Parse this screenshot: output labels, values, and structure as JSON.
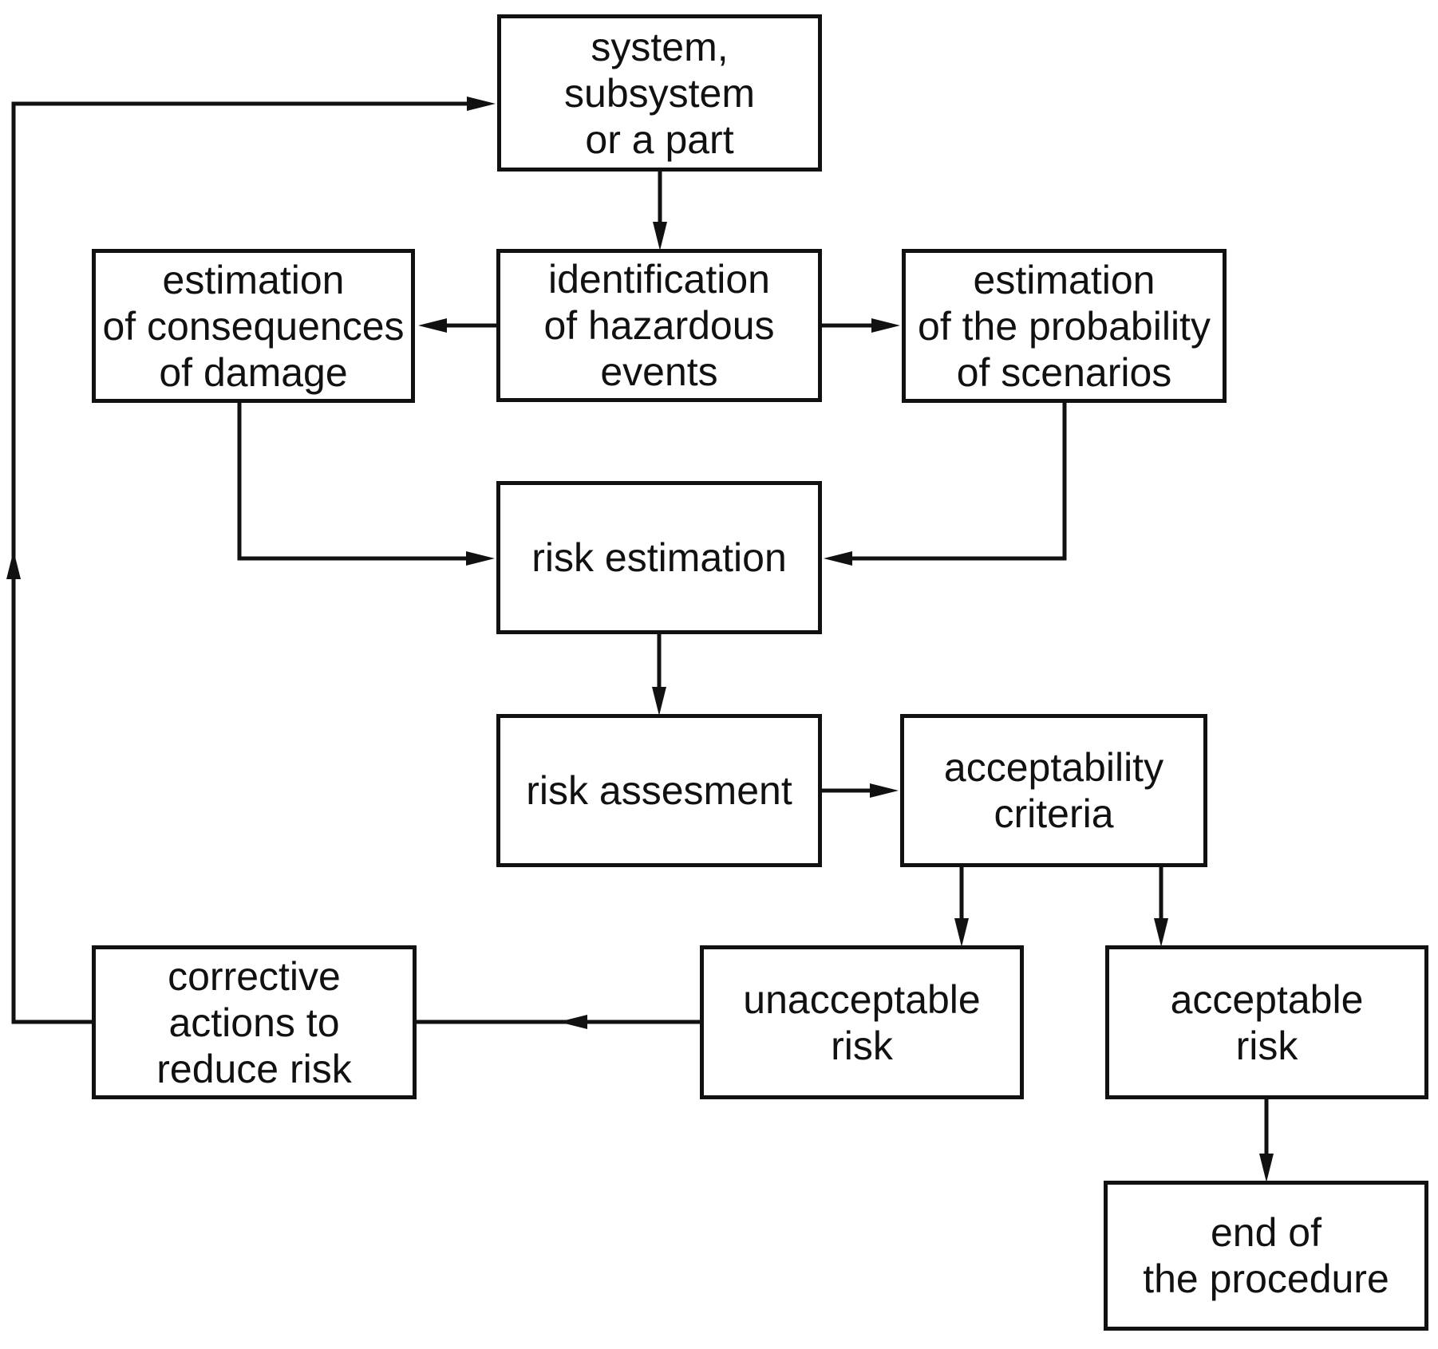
{
  "diagram": {
    "background_color": "#ffffff",
    "line_color": "#111111",
    "nodes": {
      "system": {
        "label": "system,\nsubsystem\nor a part"
      },
      "consequences": {
        "label": "estimation\nof consequences\nof damage"
      },
      "identification": {
        "label": "identification\nof hazardous\nevents"
      },
      "probability": {
        "label": "estimation\nof the probability\nof scenarios"
      },
      "risk_estimation": {
        "label": "risk estimation"
      },
      "risk_assesment": {
        "label": "risk assesment"
      },
      "acceptability": {
        "label": "acceptability\ncriteria"
      },
      "unacceptable": {
        "label": "unacceptable\nrisk"
      },
      "acceptable": {
        "label": "acceptable\nrisk"
      },
      "corrective": {
        "label": "corrective\nactions to\nreduce risk"
      },
      "end": {
        "label": "end of\nthe procedure"
      }
    },
    "edges": [
      {
        "from": "system",
        "to": "identification"
      },
      {
        "from": "identification",
        "to": "consequences"
      },
      {
        "from": "identification",
        "to": "probability"
      },
      {
        "from": "consequences",
        "to": "risk_estimation"
      },
      {
        "from": "probability",
        "to": "risk_estimation"
      },
      {
        "from": "risk_estimation",
        "to": "risk_assesment"
      },
      {
        "from": "risk_assesment",
        "to": "acceptability"
      },
      {
        "from": "acceptability",
        "to": "unacceptable"
      },
      {
        "from": "acceptability",
        "to": "acceptable"
      },
      {
        "from": "unacceptable",
        "to": "corrective"
      },
      {
        "from": "corrective",
        "to": "system"
      },
      {
        "from": "acceptable",
        "to": "end"
      }
    ]
  }
}
